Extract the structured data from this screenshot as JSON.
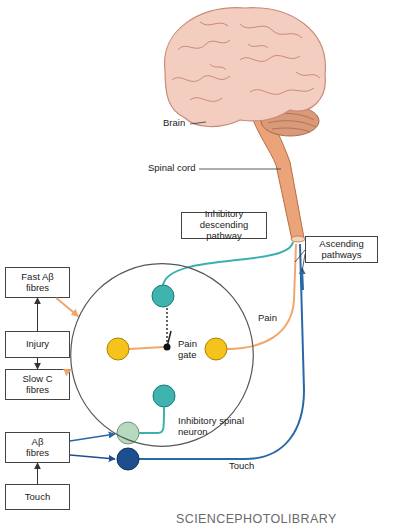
{
  "diagram": {
    "nodes": [
      {
        "text": [
          "Inhibitory descending pathway"
        ]
      },
      {
        "text": [
          "Ascending pathways"
        ]
      },
      {
        "text": [
          "Fast Aβ fibres"
        ]
      },
      {
        "text": [
          "Pain gate"
        ]
      },
      {
        "text": [
          "Injury"
        ]
      },
      {
        "text": [
          "Slow C fibres"
        ]
      },
      {
        "text": [
          "Aβ fibres"
        ]
      },
      {
        "text": [
          "Touch"
        ]
      }
    ],
    "edges": [
      {
        "from": 4,
        "to": 2,
        "arrow": "to"
      },
      {
        "from": 4,
        "to": 5,
        "arrow": "to"
      },
      {
        "from": 2,
        "to": 3,
        "arrow": "to"
      },
      {
        "from": 5,
        "to": 3,
        "arrow": "to"
      },
      {
        "from": 7,
        "to": 6,
        "arrow": "to"
      }
    ],
    "labels": [
      "Brain",
      "Spinal cord",
      "Pain",
      "Inhibitory spinal neuron",
      "Touch",
      "SCIENCEPHOTOLIBRARY"
    ]
  }
}
